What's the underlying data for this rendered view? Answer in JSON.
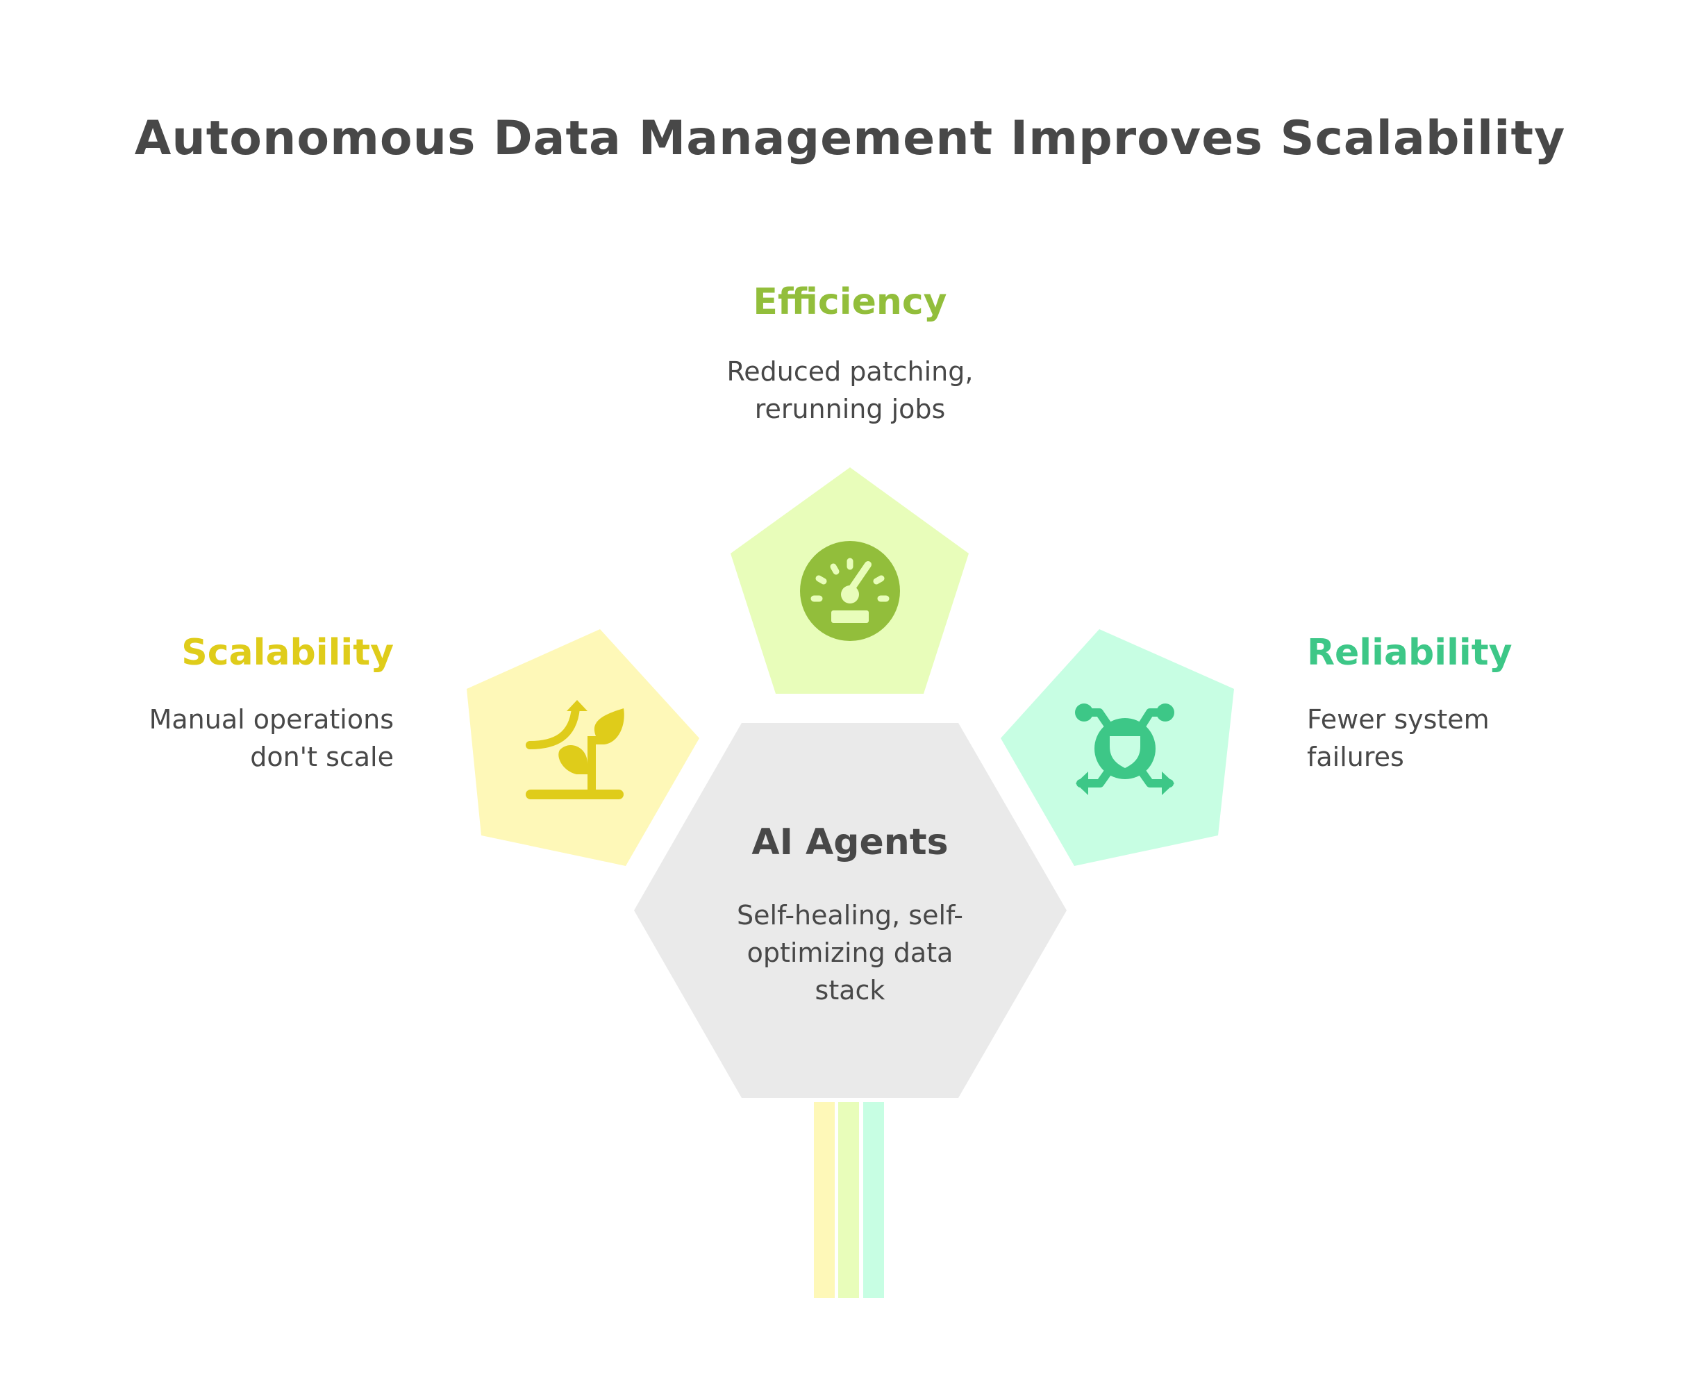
{
  "title": "Autonomous Data Management Improves Scalability",
  "center": {
    "heading": "AI Agents",
    "description_lines": [
      "Self-healing, self-",
      "optimizing data",
      "stack"
    ],
    "fill": "#EAEAEA"
  },
  "nodes": [
    {
      "id": "efficiency",
      "heading": "Efficiency",
      "description_lines": [
        "Reduced patching,",
        "rerunning jobs"
      ],
      "icon": "speedometer-icon",
      "fill": "#E8FDBA",
      "accent": "#92BE3B"
    },
    {
      "id": "scalability",
      "heading": "Scalability",
      "description_lines": [
        "Manual operations",
        "don't scale"
      ],
      "icon": "growing-plant-icon",
      "fill": "#FEF8B8",
      "accent": "#DFCC1A"
    },
    {
      "id": "reliability",
      "heading": "Reliability",
      "description_lines": [
        "Fewer system",
        "failures"
      ],
      "icon": "shield-network-icon",
      "fill": "#C7FEE3",
      "accent": "#3DC787"
    }
  ],
  "legend_bars": [
    "#FEF8B8",
    "#E8FDBA",
    "#C7FEE3"
  ],
  "text_color": "#484848"
}
